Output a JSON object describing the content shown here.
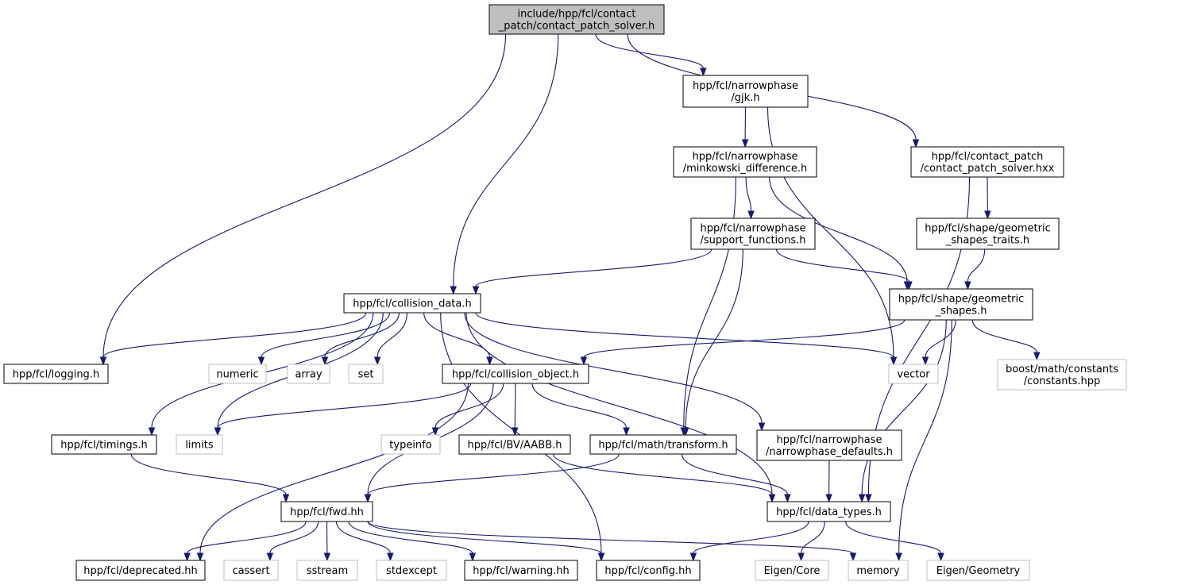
{
  "nodes": [
    {
      "id": "root",
      "lines": [
        "include/hpp/fcl/contact",
        "_patch/contact_patch_solver.h"
      ],
      "kind": "root"
    },
    {
      "id": "gjk",
      "lines": [
        "hpp/fcl/narrowphase",
        "/gjk.h"
      ],
      "kind": "internal"
    },
    {
      "id": "minkowski",
      "lines": [
        "hpp/fcl/narrowphase",
        "/minkowski_difference.h"
      ],
      "kind": "internal"
    },
    {
      "id": "cps_hxx",
      "lines": [
        "hpp/fcl/contact_patch",
        "/contact_patch_solver.hxx"
      ],
      "kind": "internal"
    },
    {
      "id": "support",
      "lines": [
        "hpp/fcl/narrowphase",
        "/support_functions.h"
      ],
      "kind": "internal"
    },
    {
      "id": "geom_traits",
      "lines": [
        "hpp/fcl/shape/geometric",
        "_shapes_traits.h"
      ],
      "kind": "internal"
    },
    {
      "id": "collision_data",
      "lines": [
        "hpp/fcl/collision_data.h"
      ],
      "kind": "internal"
    },
    {
      "id": "geom_shapes",
      "lines": [
        "hpp/fcl/shape/geometric",
        "_shapes.h"
      ],
      "kind": "internal"
    },
    {
      "id": "logging",
      "lines": [
        "hpp/fcl/logging.h"
      ],
      "kind": "internal"
    },
    {
      "id": "numeric",
      "lines": [
        "numeric"
      ],
      "kind": "external"
    },
    {
      "id": "array",
      "lines": [
        "array"
      ],
      "kind": "external"
    },
    {
      "id": "set",
      "lines": [
        "set"
      ],
      "kind": "external"
    },
    {
      "id": "collision_object",
      "lines": [
        "hpp/fcl/collision_object.h"
      ],
      "kind": "internal"
    },
    {
      "id": "vector",
      "lines": [
        "vector"
      ],
      "kind": "external"
    },
    {
      "id": "boost_const",
      "lines": [
        "boost/math/constants",
        "/constants.hpp"
      ],
      "kind": "external"
    },
    {
      "id": "timings",
      "lines": [
        "hpp/fcl/timings.h"
      ],
      "kind": "internal"
    },
    {
      "id": "limits",
      "lines": [
        "limits"
      ],
      "kind": "external"
    },
    {
      "id": "typeinfo",
      "lines": [
        "typeinfo"
      ],
      "kind": "external"
    },
    {
      "id": "aabb",
      "lines": [
        "hpp/fcl/BV/AABB.h"
      ],
      "kind": "internal"
    },
    {
      "id": "transform",
      "lines": [
        "hpp/fcl/math/transform.h"
      ],
      "kind": "internal"
    },
    {
      "id": "np_defaults",
      "lines": [
        "hpp/fcl/narrowphase",
        "/narrowphase_defaults.h"
      ],
      "kind": "internal"
    },
    {
      "id": "fwd",
      "lines": [
        "hpp/fcl/fwd.hh"
      ],
      "kind": "internal"
    },
    {
      "id": "data_types",
      "lines": [
        "hpp/fcl/data_types.h"
      ],
      "kind": "internal"
    },
    {
      "id": "deprecated",
      "lines": [
        "hpp/fcl/deprecated.hh"
      ],
      "kind": "internal"
    },
    {
      "id": "cassert",
      "lines": [
        "cassert"
      ],
      "kind": "external"
    },
    {
      "id": "sstream",
      "lines": [
        "sstream"
      ],
      "kind": "external"
    },
    {
      "id": "stdexcept",
      "lines": [
        "stdexcept"
      ],
      "kind": "external"
    },
    {
      "id": "warning",
      "lines": [
        "hpp/fcl/warning.hh"
      ],
      "kind": "internal"
    },
    {
      "id": "config",
      "lines": [
        "hpp/fcl/config.hh"
      ],
      "kind": "internal"
    },
    {
      "id": "eigen_core",
      "lines": [
        "Eigen/Core"
      ],
      "kind": "external"
    },
    {
      "id": "memory",
      "lines": [
        "memory"
      ],
      "kind": "external"
    },
    {
      "id": "eigen_geom",
      "lines": [
        "Eigen/Geometry"
      ],
      "kind": "external"
    }
  ],
  "edges": [
    [
      "root",
      "logging"
    ],
    [
      "root",
      "collision_data"
    ],
    [
      "root",
      "gjk"
    ],
    [
      "root",
      "cps_hxx"
    ],
    [
      "gjk",
      "minkowski"
    ],
    [
      "gjk",
      "vector"
    ],
    [
      "minkowski",
      "support"
    ],
    [
      "minkowski",
      "geom_shapes"
    ],
    [
      "minkowski",
      "transform"
    ],
    [
      "support",
      "collision_data"
    ],
    [
      "support",
      "geom_shapes"
    ],
    [
      "support",
      "transform"
    ],
    [
      "cps_hxx",
      "geom_traits"
    ],
    [
      "cps_hxx",
      "data_types"
    ],
    [
      "geom_traits",
      "geom_shapes"
    ],
    [
      "geom_shapes",
      "collision_object"
    ],
    [
      "geom_shapes",
      "vector"
    ],
    [
      "geom_shapes",
      "boost_const"
    ],
    [
      "geom_shapes",
      "data_types"
    ],
    [
      "geom_shapes",
      "memory"
    ],
    [
      "collision_data",
      "logging"
    ],
    [
      "collision_data",
      "numeric"
    ],
    [
      "collision_data",
      "array"
    ],
    [
      "collision_data",
      "set"
    ],
    [
      "collision_data",
      "collision_object"
    ],
    [
      "collision_data",
      "vector"
    ],
    [
      "collision_data",
      "timings"
    ],
    [
      "collision_data",
      "limits"
    ],
    [
      "collision_data",
      "np_defaults"
    ],
    [
      "collision_data",
      "data_types"
    ],
    [
      "collision_data",
      "config"
    ],
    [
      "collision_object",
      "limits"
    ],
    [
      "collision_object",
      "typeinfo"
    ],
    [
      "collision_object",
      "aabb"
    ],
    [
      "collision_object",
      "transform"
    ],
    [
      "collision_object",
      "fwd"
    ],
    [
      "collision_object",
      "deprecated"
    ],
    [
      "timings",
      "fwd"
    ],
    [
      "aabb",
      "data_types"
    ],
    [
      "transform",
      "fwd"
    ],
    [
      "transform",
      "data_types"
    ],
    [
      "np_defaults",
      "data_types"
    ],
    [
      "fwd",
      "deprecated"
    ],
    [
      "fwd",
      "cassert"
    ],
    [
      "fwd",
      "sstream"
    ],
    [
      "fwd",
      "stdexcept"
    ],
    [
      "fwd",
      "warning"
    ],
    [
      "fwd",
      "config"
    ],
    [
      "fwd",
      "memory"
    ],
    [
      "data_types",
      "config"
    ],
    [
      "data_types",
      "eigen_core"
    ],
    [
      "data_types",
      "eigen_geom"
    ]
  ],
  "colors": {
    "edge": "#191970",
    "root_fill": "#bfbfbf",
    "internal_border": "#000000",
    "external_border": "#bfbfbf"
  }
}
